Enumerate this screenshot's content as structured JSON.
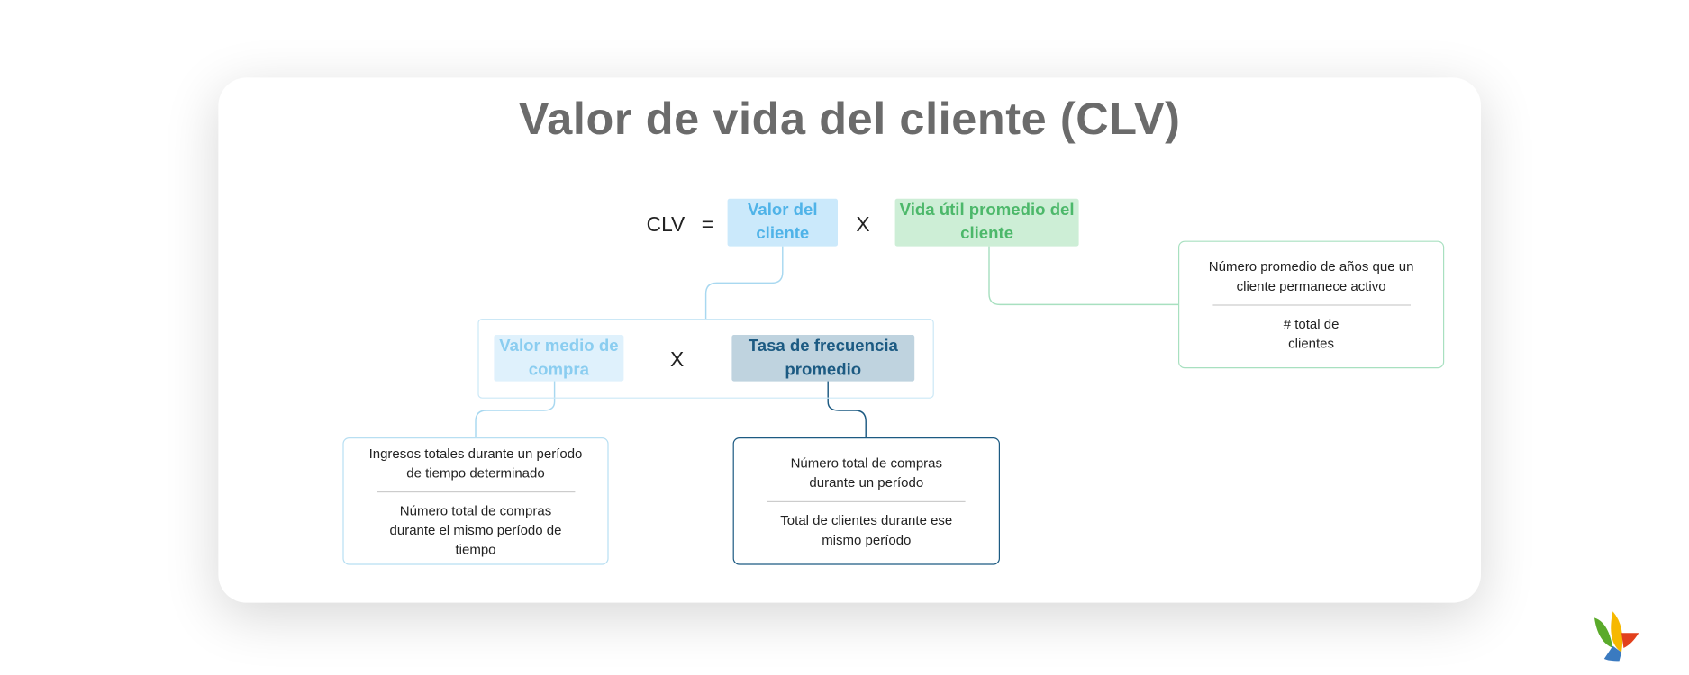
{
  "title": "Valor de vida del cliente (CLV)",
  "formula": {
    "lhs": "CLV",
    "equals": "=",
    "times": "X",
    "customer_value": "Valor del cliente",
    "lifetime": "Vida útil promedio del cliente"
  },
  "sub_formula": {
    "avg_purchase": "Valor medio de compra",
    "times": "X",
    "frequency": "Tasa de frecuencia promedio"
  },
  "boxes": {
    "lifetime": {
      "numerator": "Número promedio de años que un cliente permanece activo",
      "denominator": "# total de clientes"
    },
    "avg_purchase": {
      "numerator": "Ingresos totales durante un período de tiempo determinado",
      "denominator": "Número total de compras durante el mismo período de tiempo"
    },
    "frequency": {
      "numerator": "Número total de compras durante un período",
      "denominator": "Total de clientes durante ese mismo período"
    }
  },
  "colors": {
    "blue": "#4fb3e8",
    "green": "#4cb86a",
    "navy": "#1c5a82"
  }
}
